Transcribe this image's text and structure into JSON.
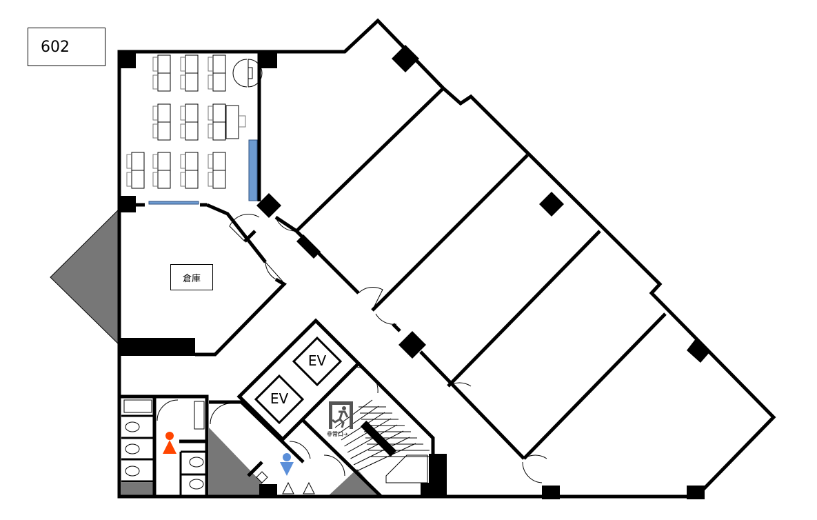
{
  "floor": {
    "number": "602"
  },
  "rooms": {
    "storage_label": "倉庫"
  },
  "elevators": [
    {
      "label": "EV"
    },
    {
      "label": "EV"
    }
  ],
  "emergency_exit": {
    "label": "非常口➔"
  },
  "colors": {
    "wall": "#000000",
    "shaft": "#777777",
    "board": "#6d9bd1",
    "female": "#ff4500",
    "male": "#5b8fd9"
  }
}
